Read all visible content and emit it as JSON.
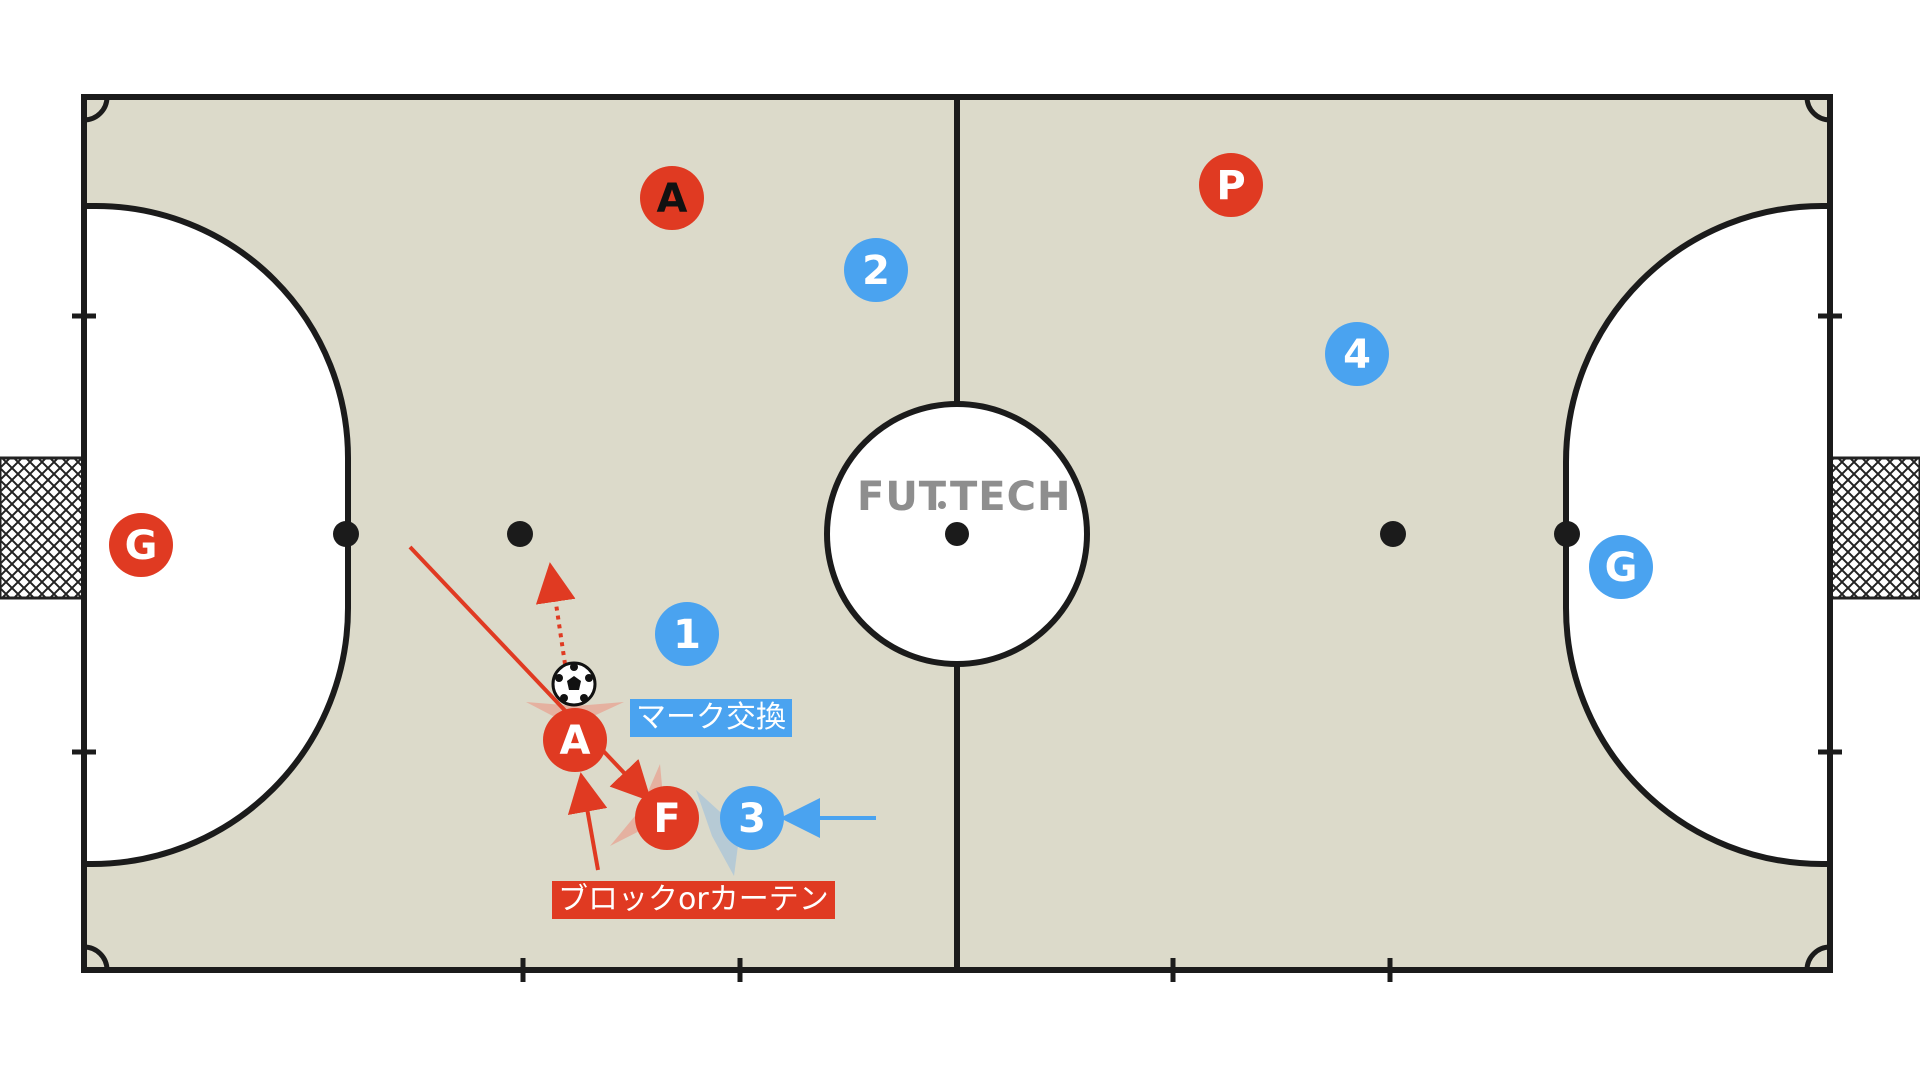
{
  "logo": {
    "left": "FUT",
    "right": "TECH"
  },
  "colors": {
    "attack": "#e03a22",
    "defense": "#4aa3f0",
    "court": "#dcdaca",
    "line": "#1b1b1b"
  },
  "players": [
    {
      "label": "A",
      "team": "attack",
      "text_color": "dark"
    },
    {
      "label": "P",
      "team": "attack"
    },
    {
      "label": "G",
      "team": "attack"
    },
    {
      "label": "A",
      "team": "attack"
    },
    {
      "label": "F",
      "team": "attack"
    },
    {
      "label": "2",
      "team": "defense"
    },
    {
      "label": "4",
      "team": "defense"
    },
    {
      "label": "1",
      "team": "defense"
    },
    {
      "label": "3",
      "team": "defense"
    },
    {
      "label": "G",
      "team": "defense"
    }
  ],
  "annotations": {
    "mark_switch": "マーク交換",
    "block_or_curtain": "ブロックorカーテン"
  },
  "icons": {
    "ball": "soccer-ball-icon",
    "goal": "goal-net-icon"
  }
}
